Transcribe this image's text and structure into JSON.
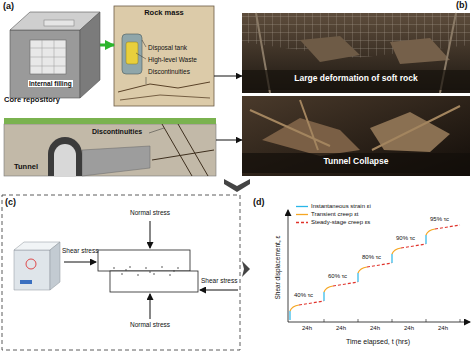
{
  "diagram": {
    "nodes": [
      {
        "text": [
          "Core repository"
        ]
      },
      {
        "text": [
          "Rock mass"
        ]
      },
      {
        "text": [
          "Tunnel"
        ]
      },
      {
        "text": [
          "Large deformation of soft rock"
        ]
      },
      {
        "text": [
          "Tunnel Collapse"
        ]
      },
      {
        "text": [
          "Normal stress",
          "Shear stress",
          "Shear stress",
          "Normal stress"
        ]
      }
    ],
    "edges": [
      {
        "from": 0,
        "to": 1,
        "arrow": "to"
      },
      {
        "from": 1,
        "to": 3,
        "arrow": "to"
      },
      {
        "from": 2,
        "to": 4,
        "arrow": "to"
      }
    ],
    "labels": [
      "(a)",
      "Internal filling",
      "Disposal tank",
      "High-level Waste",
      "Discontinuities",
      "Discontinuities",
      "(b)",
      "(c)",
      "(d)",
      "Shear displacement, ε",
      "Time elapsed, t (hrs)",
      "40% τc",
      "60% τc",
      "80% τc",
      "90% τc",
      "95% τc",
      "24h",
      "24h",
      "24h",
      "24h",
      "24h"
    ],
    "legend": [
      {
        "text": "Instantaneous strain εi"
      },
      {
        "text": "Transient creep εt"
      },
      {
        "text": "Steady-stage creep εs"
      }
    ]
  }
}
